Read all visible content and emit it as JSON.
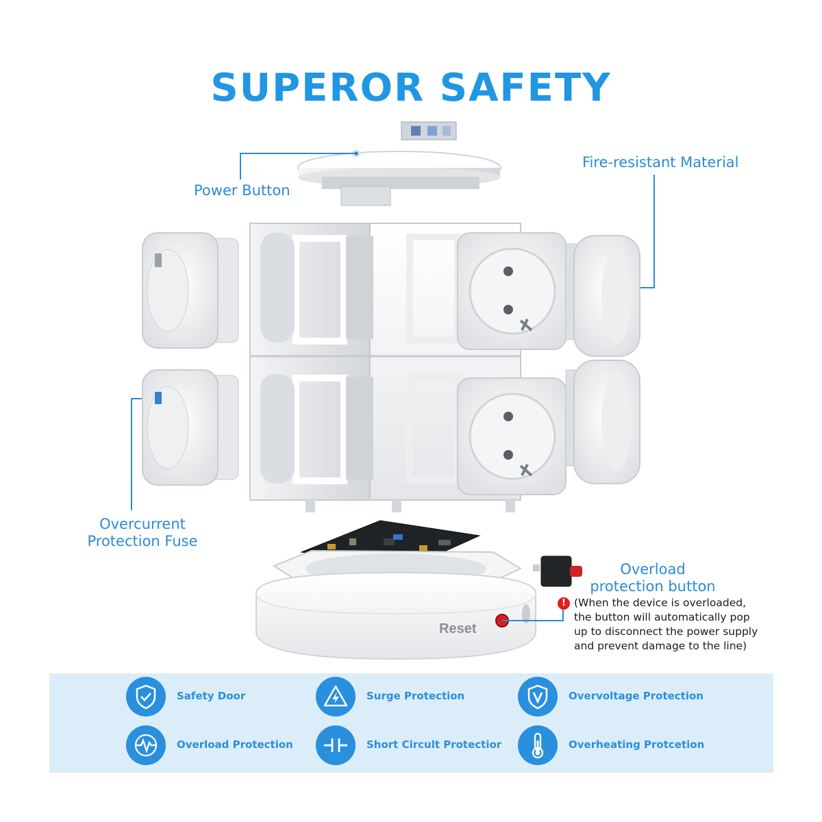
{
  "title": "SUPEROR SAFETY",
  "callouts": {
    "power_button": "Power Button",
    "fire_resistant": "Fire-resistant Material",
    "fuse_line1": "Overcurrent",
    "fuse_line2": "Protection Fuse",
    "overload_line1": "Overload",
    "overload_line2": "protection button",
    "overload_note_line1": "(When the device is overloaded,",
    "overload_note_line2": "the button will automatically pop",
    "overload_note_line3": "up to disconnect the power supply",
    "overload_note_line4": "and prevent damage to the line)",
    "reset_label": "Reset"
  },
  "features": [
    {
      "label": "Safety Door",
      "icon": "shield-check-icon"
    },
    {
      "label": "Surge Protection",
      "icon": "lightning-triangle-icon"
    },
    {
      "label": "Overvoltage Protection",
      "icon": "shield-v-icon"
    },
    {
      "label": "Overload Protection",
      "icon": "pulse-wave-icon"
    },
    {
      "label": "Short Circult Protectior",
      "icon": "circuit-break-icon"
    },
    {
      "label": "Overheating Protcetion",
      "icon": "thermometer-icon"
    }
  ],
  "colors": {
    "accent": "#2196e3",
    "panel_background": "#dcedfa",
    "icon_circle": "#2a8fdc",
    "alert_red": "#e21e1e"
  }
}
